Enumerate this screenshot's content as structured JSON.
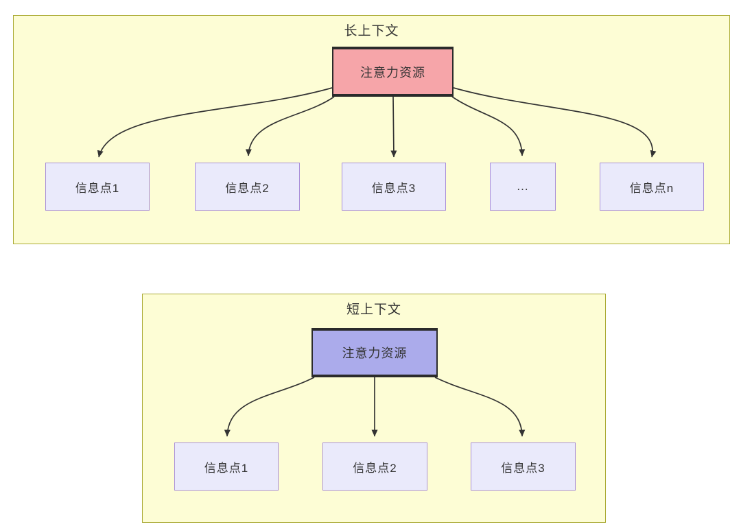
{
  "long_context": {
    "title": "长上下文",
    "source": {
      "label": "注意力资源",
      "fill": "#F6A5A9"
    },
    "targets": [
      {
        "label": "信息点1"
      },
      {
        "label": "信息点2"
      },
      {
        "label": "信息点3"
      },
      {
        "label": "..."
      },
      {
        "label": "信息点n"
      }
    ]
  },
  "short_context": {
    "title": "短上下文",
    "source": {
      "label": "注意力资源",
      "fill": "#ABABEB"
    },
    "targets": [
      {
        "label": "信息点1"
      },
      {
        "label": "信息点2"
      },
      {
        "label": "信息点3"
      }
    ]
  },
  "colors": {
    "container_fill": "#FDFDD5",
    "container_border": "#AAAA33",
    "long_source_fill": "#F6A5A9",
    "short_source_fill": "#ABABEB",
    "info_node_fill": "#EAEAFB",
    "info_node_border": "#A98FD9",
    "source_border": "#2B2B2B",
    "arrow": "#333333",
    "text": "#333333"
  }
}
